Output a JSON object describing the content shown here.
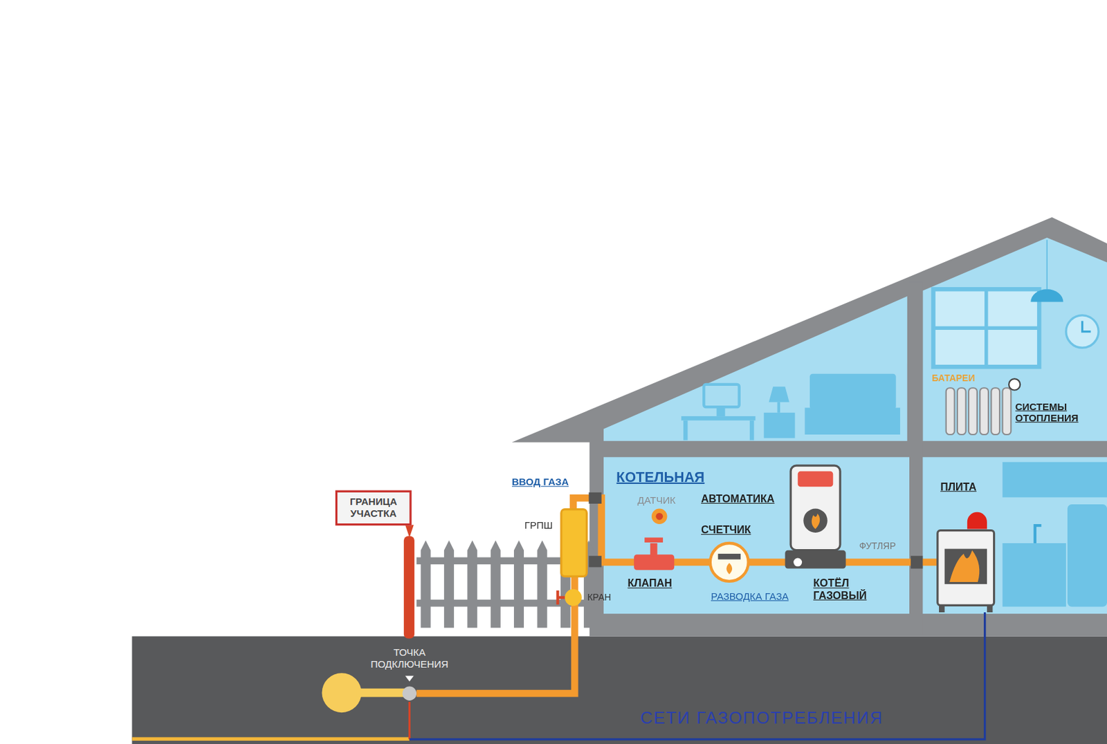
{
  "diagram": {
    "nodes": [
      {
        "text": [
          "ГРАНИЦА УЧАСТКА"
        ]
      }
    ],
    "labels": [
      "ВВОД ГАЗА",
      "КОТЕЛЬНАЯ",
      "ДАТЧИК",
      "АВТОМАТИКА",
      "СЧЕТЧИК",
      "ГРПШ",
      "КЛАПАН",
      "РАЗВОДКА ГАЗА",
      "КОТЁЛ ГАЗОВЫЙ",
      "ФУТЛЯР",
      "КРАН",
      "ТОЧКА ПОДКЛЮЧЕНИЯ",
      "СЕТИ ГАЗОПОТРЕБЛЕНИЯ",
      "БАТАРЕИ",
      "СИСТЕМЫ ОТОПЛЕНИЯ",
      "ПЛИТА"
    ]
  }
}
